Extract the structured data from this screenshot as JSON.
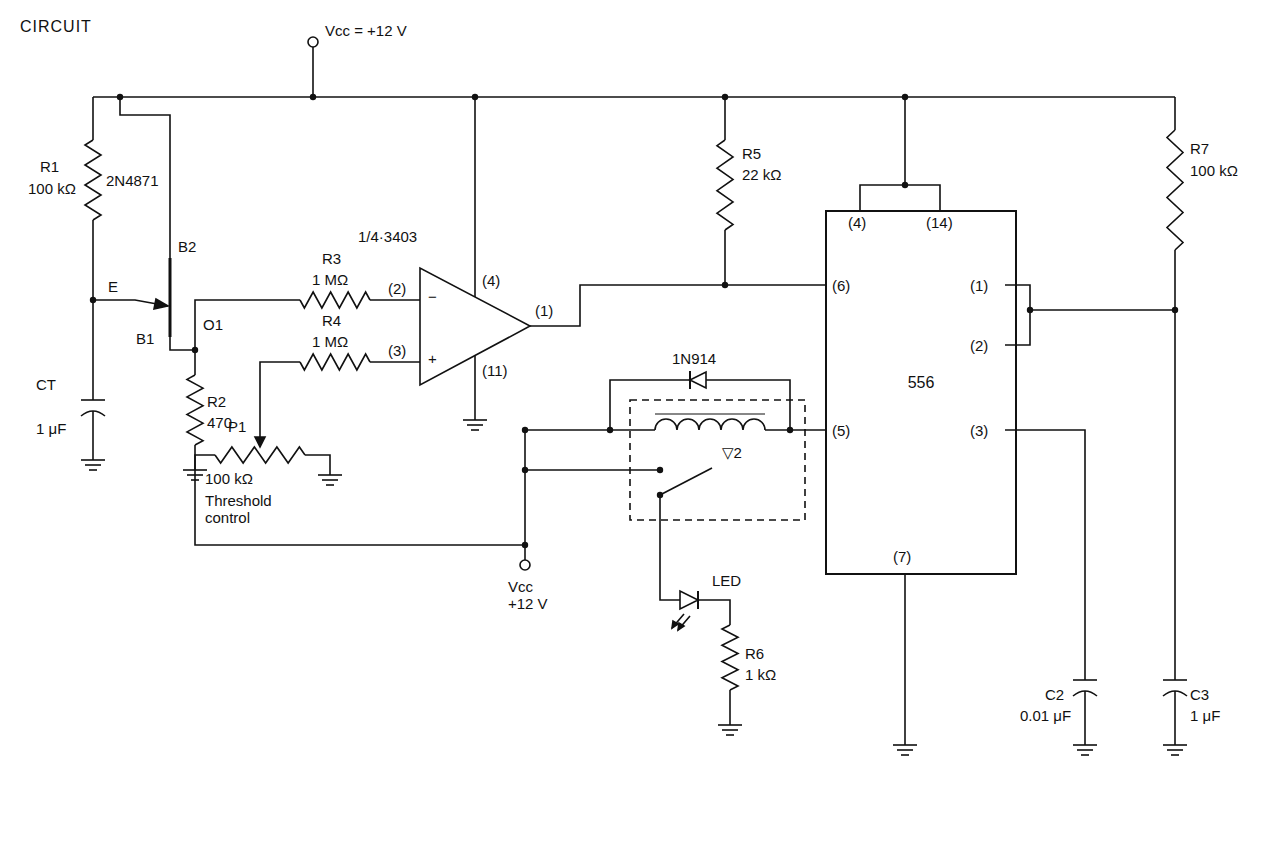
{
  "diagram": {
    "title": "CIRCUIT",
    "nodes": [
      {
        "text": [
          "556"
        ]
      }
    ],
    "labels": [
      "Vcc = +12 V",
      "R1",
      "100 kΩ",
      "2N4871",
      "E",
      "B2",
      "B1",
      "O1",
      "R3",
      "1 MΩ",
      "(2)",
      "−",
      "R4",
      "1 MΩ",
      "(3)",
      "+",
      "1/4·3403",
      "(4)",
      "(1)",
      "(11)",
      "R5",
      "22 kΩ",
      "CT",
      "1 μF",
      "R2",
      "470",
      "P1",
      "100 kΩ",
      "Threshold control",
      "Vcc +12 V",
      "1N914",
      "▽2",
      "LED",
      "R6",
      "1 kΩ",
      "R7",
      "100 kΩ",
      "(4)",
      "(14)",
      "(6)",
      "(1)",
      "(2)",
      "(5)",
      "(3)",
      "(7)",
      "C2",
      "0.01 μF",
      "C3",
      "1 μF"
    ]
  }
}
